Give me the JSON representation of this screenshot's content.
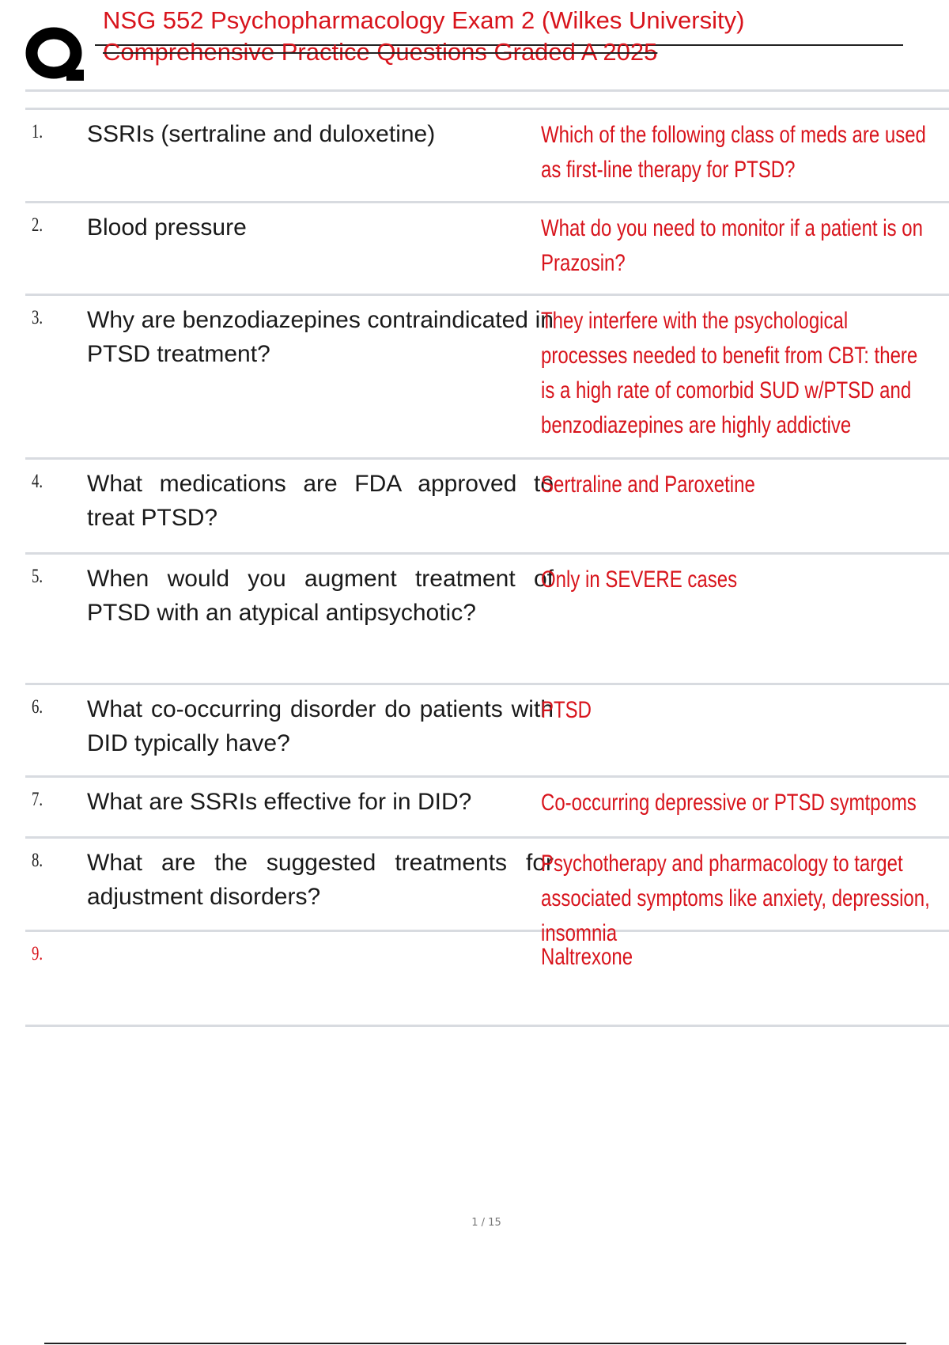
{
  "header": {
    "title_line1": "NSG 552 Psychopharmacology Exam 2 (Wilkes University)",
    "title_line2": "Comprehensive Practice Questions Graded A 2025",
    "logo_icon": "q-logo-icon"
  },
  "items": [
    {
      "num": "1.",
      "term": "SSRIs (sertraline and duloxetine)",
      "definition": "Which of the following class of meds are used as first-line therapy for PTSD?",
      "height": 118
    },
    {
      "num": "2.",
      "term": "Blood pressure",
      "definition": "What do you need to monitor if a patient is on Prazosin?",
      "height": 117
    },
    {
      "num": "3.",
      "term": "Why are benzodiazepines contraindicated in PTSD treatment?",
      "definition": "They interfere with the psychological processes needed to benefit from CBT: there is a high rate of comorbid SUD w/PTSD and benzodiazepines are highly addictive",
      "height": 207
    },
    {
      "num": "4.",
      "term": "What medications are FDA approved to treat PTSD?",
      "definition": "Sertraline and Paroxetine",
      "height": 120
    },
    {
      "num": "5.",
      "term": "When would you augment treatment of PTSD with an atypical antipsychotic?",
      "definition": "Only in SEVERE cases",
      "height": 165
    },
    {
      "num": "6.",
      "term": "What co-occurring disorder do patients with DID typically have?",
      "definition": "PTSD",
      "height": 117
    },
    {
      "num": "7.",
      "term": "What are SSRIs effective for in DID?",
      "definition": "Co-occurring depressive or PTSD symtpoms",
      "height": 77
    },
    {
      "num": "8.",
      "term": "What are the suggested treatments for adjustment disorders?",
      "definition": "Psychotherapy and pharmacology to target associated symptoms like anxiety, depression, insomnia",
      "height": 118
    },
    {
      "num": "9.",
      "term": "",
      "definition": "Naltrexone",
      "height": 120,
      "num_red": true
    }
  ],
  "footer": {
    "page_indicator": "1 / 15"
  }
}
